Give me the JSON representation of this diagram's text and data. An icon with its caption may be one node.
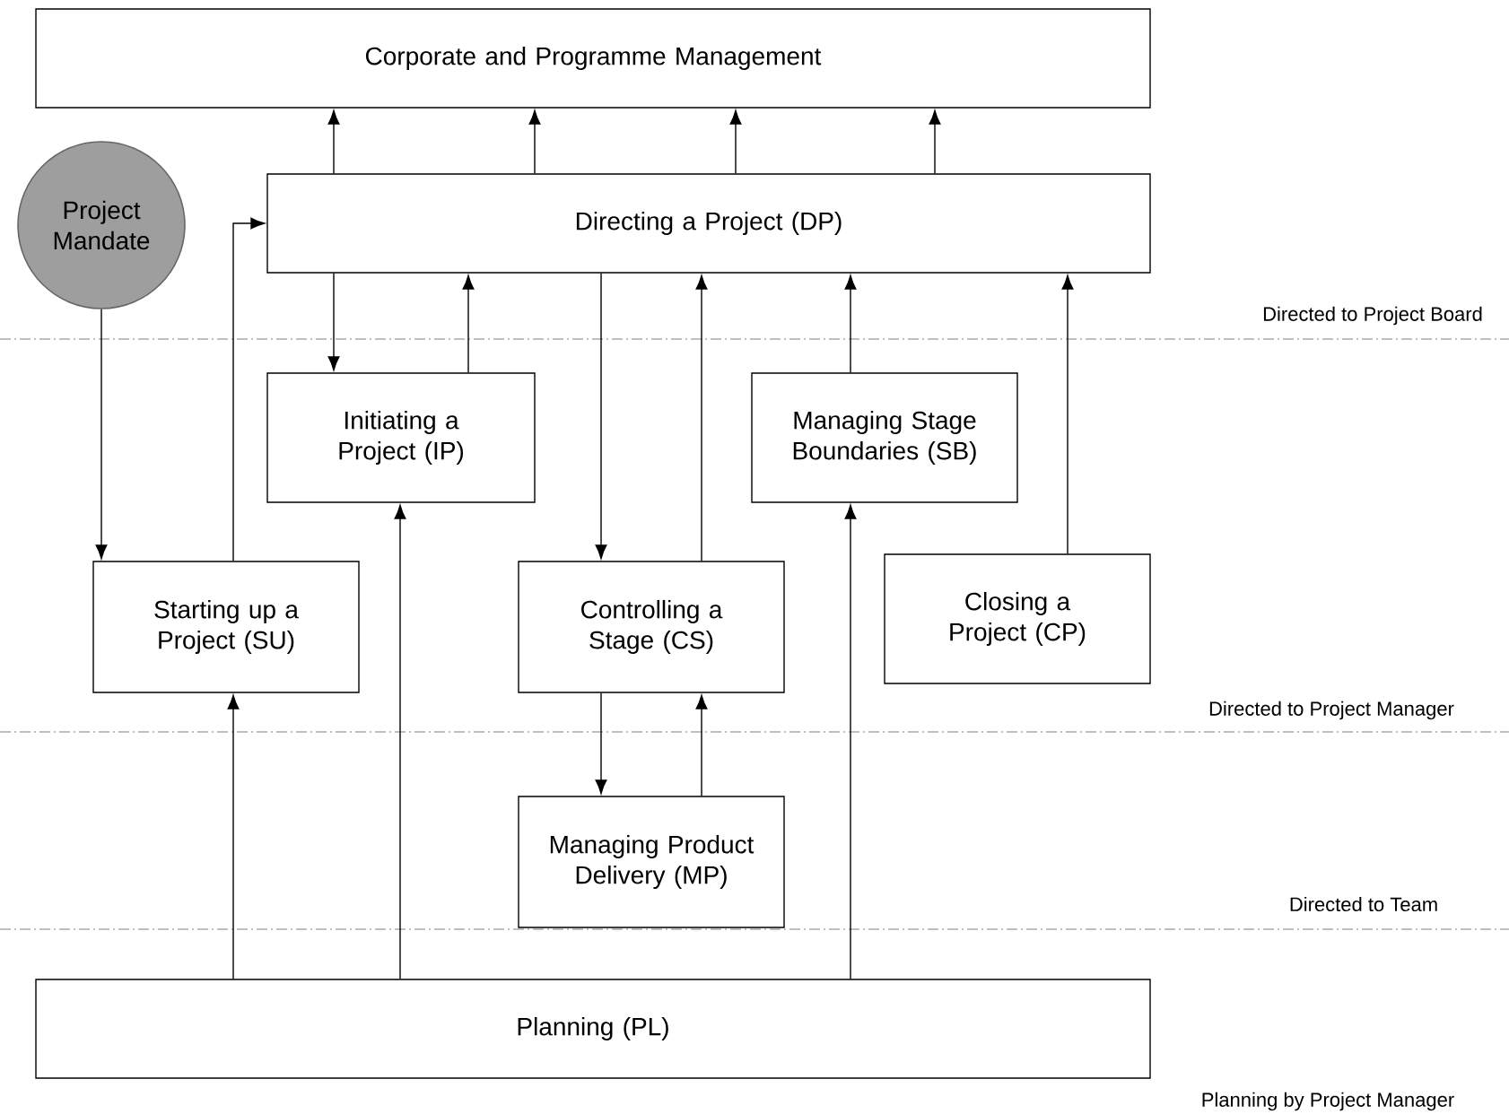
{
  "diagram": {
    "nodes": [
      {
        "text": [
          "Corporate and Programme Management"
        ]
      },
      {
        "text": [
          "Project Mandate"
        ]
      },
      {
        "text": [
          "Directing a Project (DP)"
        ]
      },
      {
        "text": [
          "Initiating a Project (IP)"
        ]
      },
      {
        "text": [
          "Managing Stage Boundaries (SB)"
        ]
      },
      {
        "text": [
          "Starting up a Project (SU)"
        ]
      },
      {
        "text": [
          "Controlling a Stage (CS)"
        ]
      },
      {
        "text": [
          "Closing a Project (CP)"
        ]
      },
      {
        "text": [
          "Managing Product Delivery (MP)"
        ]
      },
      {
        "text": [
          "Planning (PL)"
        ]
      }
    ],
    "edges": [
      {
        "from": 2,
        "to": 0,
        "arrow": "to"
      },
      {
        "from": 2,
        "to": 0,
        "arrow": "to"
      },
      {
        "from": 2,
        "to": 0,
        "arrow": "to"
      },
      {
        "from": 2,
        "to": 0,
        "arrow": "to"
      },
      {
        "from": 1,
        "to": 5,
        "arrow": "to"
      },
      {
        "from": 5,
        "to": 2,
        "arrow": "to"
      },
      {
        "from": 2,
        "to": 3,
        "arrow": "to"
      },
      {
        "from": 3,
        "to": 2,
        "arrow": "to"
      },
      {
        "from": 2,
        "to": 6,
        "arrow": "to"
      },
      {
        "from": 6,
        "to": 2,
        "arrow": "to"
      },
      {
        "from": 4,
        "to": 2,
        "arrow": "to"
      },
      {
        "from": 7,
        "to": 2,
        "arrow": "to"
      },
      {
        "from": 9,
        "to": 5,
        "arrow": "to"
      },
      {
        "from": 9,
        "to": 3,
        "arrow": "to"
      },
      {
        "from": 9,
        "to": 4,
        "arrow": "to"
      },
      {
        "from": 6,
        "to": 8,
        "arrow": "to"
      },
      {
        "from": 8,
        "to": 6,
        "arrow": "to"
      }
    ],
    "labels": [
      "Directed to Project Board",
      "Directed to Project Manager",
      "Directed to Team",
      "Planning by Project Manager"
    ]
  }
}
